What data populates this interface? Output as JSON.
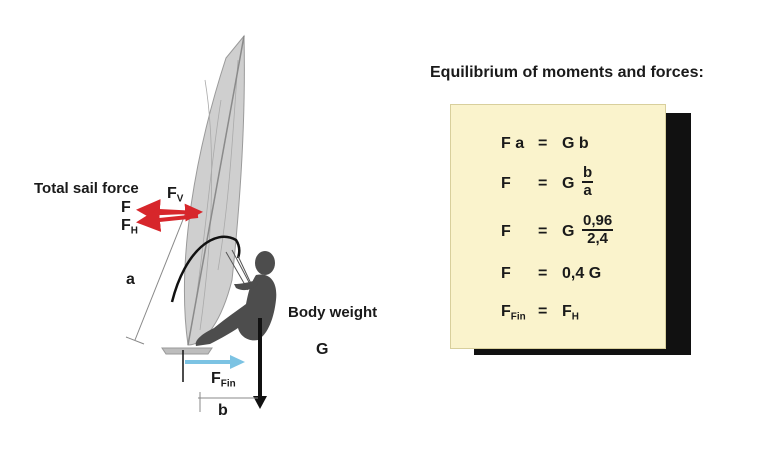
{
  "labels": {
    "total_sail_force": "Total sail force",
    "f": "F",
    "fv": "F",
    "fv_sub": "V",
    "fh": "F",
    "fh_sub": "H",
    "a": "a",
    "body_weight": "Body weight",
    "g": "G",
    "ffin": "F",
    "ffin_sub": "Fin",
    "b": "b"
  },
  "heading": "Equilibrium of moments and forces:",
  "equations": {
    "e1": {
      "left": "F a",
      "eq": "=",
      "right": "G  b"
    },
    "e2": {
      "left": "F",
      "eq": "=",
      "right": "G",
      "num": "b",
      "den": "a"
    },
    "e3": {
      "left": "F",
      "eq": "=",
      "right": "G",
      "num": "0,96",
      "den": "2,4"
    },
    "e4": {
      "left": "F",
      "eq": "=",
      "right": "0,4 G"
    },
    "e5": {
      "left": "F",
      "left_sub": "Fin",
      "eq": "=",
      "right": "F",
      "right_sub": "H"
    }
  },
  "colors": {
    "sail": "#cfcfcf",
    "sail_force_arrows": "#d7262b",
    "fin_force_arrow": "#7cc3e3",
    "weight_arrow": "#111111",
    "sailor": "#4d4d4d",
    "box_fill": "#faf3cc"
  }
}
